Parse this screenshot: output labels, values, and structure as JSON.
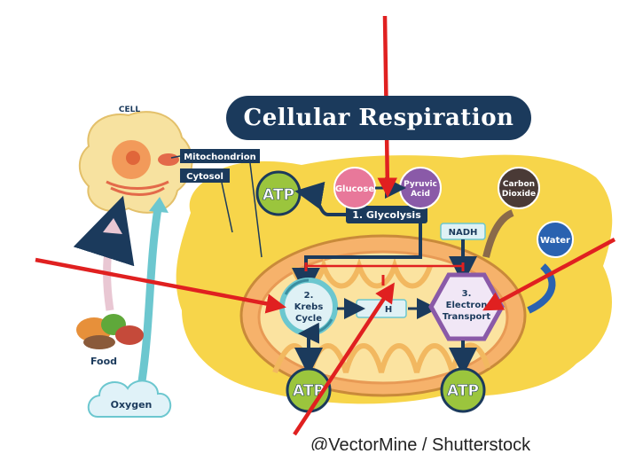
{
  "title": "Cellular Respiration",
  "cell_label": "CELL",
  "cell_parts": {
    "mitochondrion": "Mitochondrion",
    "cytosol": "Cytosol"
  },
  "inputs": {
    "food": "Food",
    "oxygen": "Oxygen"
  },
  "molecules": {
    "glucose": "Glucose",
    "pyruvic_line1": "Pyruvic",
    "pyruvic_line2": "Acid",
    "carbon_line1": "Carbon",
    "carbon_line2": "Dioxide",
    "water": "Water",
    "nadh_top": "NADH",
    "nadh_mid": "H"
  },
  "stages": {
    "glycolysis": "1. Glycolysis",
    "krebs_num": "2.",
    "krebs_line1": "Krebs",
    "krebs_line2": "Cycle",
    "etc_num": "3.",
    "etc_line1": "Electron",
    "etc_line2": "Transport"
  },
  "atp_labels": {
    "glycolysis": "ATP",
    "krebs": "ATP",
    "electron_transport": "ATP"
  },
  "credit": "@VectorMine / Shutterstock",
  "colors": {
    "title_bg": "#1b3a5c",
    "annotation_red": "#e02020",
    "atp_green": "#9bc53d",
    "glucose_pink": "#e8789a",
    "pyruvic_purple": "#8a5aa8",
    "cytosol_yellow": "#f7d54a",
    "mito_orange": "#f29a5a"
  }
}
